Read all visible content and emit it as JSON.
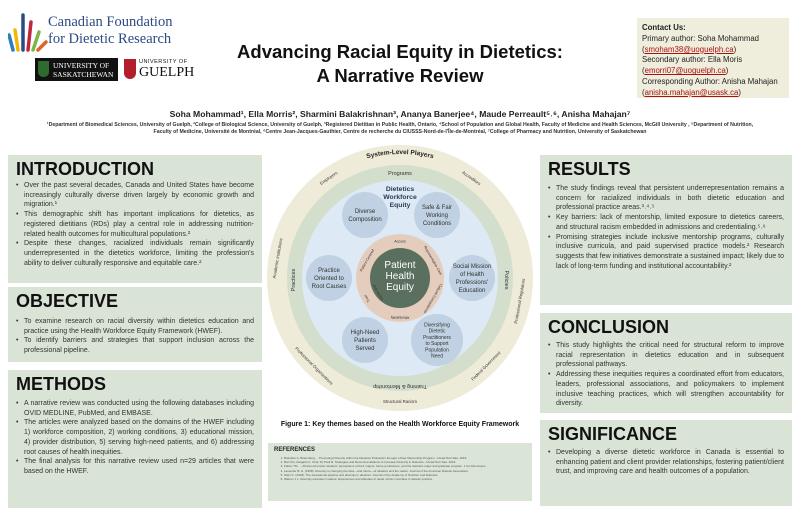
{
  "header": {
    "logo_cfdr": [
      "Canadian Foundation",
      "for Dietetic Research"
    ],
    "logo_usask": [
      "UNIVERSITY OF",
      "SASKATCHEWAN"
    ],
    "logo_guelph": [
      "UNIVERSITY OF",
      "GUELPH"
    ],
    "title": "Advancing Racial Equity in Dietetics: A Narrative Review"
  },
  "contact": {
    "heading": "Contact Us:",
    "primary_label": "Primary author: Soha Mohammad",
    "primary_email": "smoham38@uoguelph.ca",
    "secondary_label": "Secondary author: Ella Moris",
    "secondary_email": "emorri07@uoguelph.ca",
    "corresponding_label": "Corresponding Author: Anisha Mahajan",
    "corresponding_email": "anisha.mahajan@usask.ca"
  },
  "authors": "Soha Mohammad¹, Ella Morris², Sharmini Balakrishnan³, Ananya Banerjee⁴, Maude Perreault⁵˒⁶, Anisha Mahajan⁷",
  "affiliations": "¹Department of Biomedical Sciences, University of Guelph, ²College of Biological Science, University of Guelph, ³Registered Dietitian in Public Health, Ontario, ⁴School of Population and Global Health, Faculty of Medicine and Health Sciences, McGill University , ⁵Department of Nutrition, Faculty of Medicine, Université de Montréal, ⁶Centre Jean-Jacques-Gauthier, Centre de recherche du CIUSSS-Nord-de-l'Île-de-Montréal, ⁷College of Pharmacy and Nutrition, University of Saskatchewan",
  "sections": {
    "introduction": {
      "title": "INTRODUCTION",
      "items": [
        "Over the past several decades, Canada and United States have become increasingly culturally diverse driven largely by economic growth and migration.¹",
        "This demographic shift has important implications for dietetics, as registered dietitians (RDs) play a central role in addressing nutrition-related health outcomes for multicultural populations.²",
        "Despite these changes, racialized individuals remain significantly underrepresented in the dietetics workforce, limiting the profession's ability to deliver culturally responsive and equitable care.²"
      ]
    },
    "objective": {
      "title": "OBJECTIVE",
      "items": [
        "To examine research on racial diversity within dietetics education and practice using the Health Workforce Equity Framework (HWEF).",
        "To identify barriers and strategies that support inclusion across the professional pipeline."
      ]
    },
    "methods": {
      "title": "METHODS",
      "items": [
        "A narrative review was conducted using the following databases including OVID MEDLINE, PubMed, and EMBASE.",
        "The articles were analyzed based on the domains of the HWEF including 1) workforce composition, 2) working conditions, 3) educational mission, 4) provider distribution, 5) serving high-need patients, and 6) addressing root causes of health inequities.",
        "The final analysis for this narrative review used n=29 articles that were based on the HWEF."
      ]
    },
    "results": {
      "title": "RESULTS",
      "items": [
        "The study findings reveal that persistent underrepresentation remains a concern for racialized individuals in both dietetic education and professional practice areas.³˒⁴˒⁵",
        "Key barriers: lack of mentorship, limited exposure to dietetics careers, and structural racism embedded in admissions and credentialing.⁵˒⁶",
        "Promising strategies include inclusive mentorship programs, culturally inclusive curricula, and paid supervised practice models.² Research suggests that few initiatives demonstrate a sustained impact; likely due to lack of long-term funding and institutional accountability.²"
      ]
    },
    "conclusion": {
      "title": "CONCLUSION",
      "items": [
        "This study highlights the critical need for structural reform to improve racial representation in dietetics education and in subsequent professional pathways.",
        "Addressing these inequities requires a coordinated effort from educators, leaders, professional associations, and policymakers to implement inclusive teaching practices, which will strengthen accountability for diversity."
      ]
    },
    "significance": {
      "title": "SIGNIFICANCE",
      "items": [
        "Developing a diverse dietetic workforce in Canada is essential to enhancing patient and client provider relationships, fostering patient/client trust, and improving care and health outcomes of a population."
      ]
    }
  },
  "figure": {
    "outer_top": "System-Level Players",
    "outer_labels": [
      "Employers",
      "Accreditors",
      "Academic Institutions",
      "Professional Regulators",
      "Professional Organizations",
      "Federal Government",
      "Structural Racism"
    ],
    "green_labels": [
      "Programs",
      "Practices",
      "Policies",
      "Training & Mentorship"
    ],
    "blue_title": [
      "Dietetics",
      "Workforce",
      "Equity"
    ],
    "themes": [
      {
        "lines": [
          "Diverse",
          "Composition"
        ]
      },
      {
        "lines": [
          "Safe & Fair",
          "Working",
          "Conditions"
        ]
      },
      {
        "lines": [
          "Practice",
          "Oriented to",
          "Root Causes"
        ]
      },
      {
        "lines": [
          "Social Mission",
          "of Health",
          "Professions'",
          "Education"
        ]
      },
      {
        "lines": [
          "High-Need",
          "Patients",
          "Served"
        ]
      },
      {
        "lines": [
          "Diversifying",
          "Dietetic",
          "Practitioners",
          "to Support",
          "Population",
          "Need"
        ]
      }
    ],
    "inner_ring": [
      "Access",
      "Patient Centred",
      "Representative Care",
      "Cultural Competence",
      "Affordability",
      "Trust",
      "Anti-racism"
    ],
    "center": [
      "Patient",
      "Health",
      "Equity"
    ],
    "caption": "Figure 1: Key themes based on the Health Workforce Equity Framework",
    "colors": {
      "outer": "#efebd9",
      "green": "#d3dfcc",
      "blue": "#dde9f4",
      "theme": "#bfd1e2",
      "peach": "#e5cdbd",
      "center": "#5a6f5e"
    }
  },
  "references": {
    "title": "REFERENCES",
    "items": [
      "Brandlen A, Bolemberg ... Promoting Diversity within the Dietetics Profession through a Peer Mentorship Program. J Acad Nutr Diet. 2019.",
      "Burt KG, Delgado K, Chen M, Paul R. Strategies and Recommendations to Increase Diversity in Dietetics. J Acad Nutr Diet. 2019.",
      "Felton TM, ... African-American students' perceptions of their majors, future professions, and the dietetics major and graduate program. J Am Diet Assoc.",
      "Lavender B. H. (1998). Diversity is changing the face—and future—of dietetics and the nation. Journal of the American Dietetic Association.",
      "Stein K. (2018). The educational pipeline and diversity in dietetics. Journal of the Academy of Nutrition and Dietetics.",
      "Warren J L. Diversity education matters: Experiences and attitudes of racial, ethnic minorities in dietetic practice."
    ]
  }
}
